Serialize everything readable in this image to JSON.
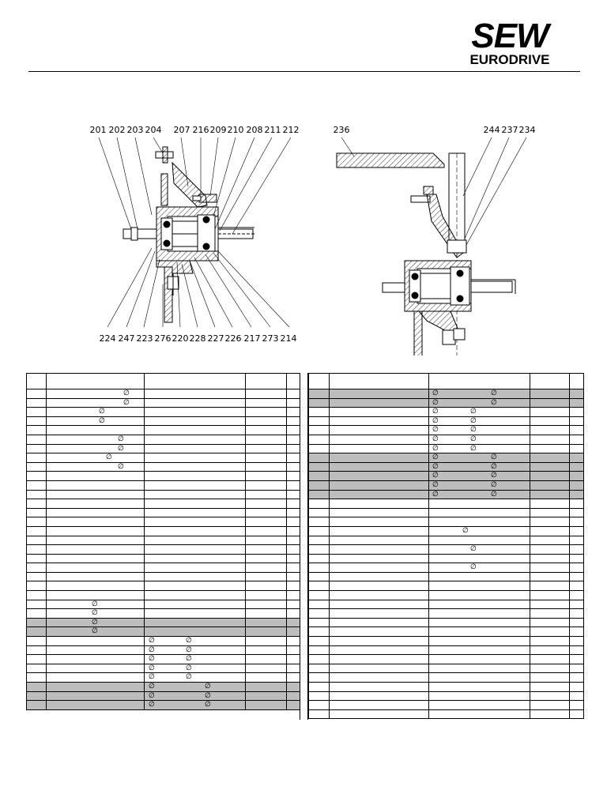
{
  "brand": {
    "line1": "SEW",
    "line2": "EURODRIVE"
  },
  "drawing_left": {
    "top_labels": [
      "201",
      "202",
      "203",
      "204",
      "207",
      "216",
      "209",
      "210",
      "208",
      "211",
      "212"
    ],
    "bottom_labels": [
      "224",
      "247",
      "223",
      "276",
      "220",
      "228",
      "227",
      "226",
      "217",
      "273",
      "214"
    ]
  },
  "drawing_right": {
    "top_labels": [
      "236",
      "244",
      "237",
      "234"
    ]
  },
  "symbols": {
    "diameter": "∅"
  },
  "table_left": {
    "rows": [
      {
        "shade": false,
        "dia": [
          {
            "col": 1,
            "x": 97
          }
        ]
      },
      {
        "shade": false,
        "dia": [
          {
            "col": 1,
            "x": 97
          }
        ]
      },
      {
        "shade": false,
        "dia": [
          {
            "col": 1,
            "x": 66
          }
        ]
      },
      {
        "shade": false,
        "dia": [
          {
            "col": 1,
            "x": 66
          }
        ]
      },
      {
        "shade": false,
        "dia": []
      },
      {
        "shade": false,
        "dia": [
          {
            "col": 1,
            "x": 90
          }
        ]
      },
      {
        "shade": false,
        "dia": [
          {
            "col": 1,
            "x": 90
          }
        ]
      },
      {
        "shade": false,
        "dia": [
          {
            "col": 1,
            "x": 75
          }
        ]
      },
      {
        "shade": false,
        "dia": [
          {
            "col": 1,
            "x": 90
          }
        ]
      },
      {
        "shade": false,
        "dia": []
      },
      {
        "shade": false,
        "dia": []
      },
      {
        "shade": false,
        "dia": []
      },
      {
        "shade": false,
        "dia": []
      },
      {
        "shade": false,
        "dia": []
      },
      {
        "shade": false,
        "dia": []
      },
      {
        "shade": false,
        "dia": []
      },
      {
        "shade": false,
        "dia": []
      },
      {
        "shade": false,
        "dia": []
      },
      {
        "shade": false,
        "dia": []
      },
      {
        "shade": false,
        "dia": []
      },
      {
        "shade": false,
        "dia": []
      },
      {
        "shade": false,
        "dia": []
      },
      {
        "shade": false,
        "dia": []
      },
      {
        "shade": false,
        "dia": [
          {
            "col": 1,
            "x": 57
          }
        ]
      },
      {
        "shade": false,
        "dia": [
          {
            "col": 1,
            "x": 57
          }
        ]
      },
      {
        "shade": true,
        "dia": [
          {
            "col": 1,
            "x": 57
          }
        ]
      },
      {
        "shade": true,
        "dia": [
          {
            "col": 1,
            "x": 57
          }
        ]
      },
      {
        "shade": false,
        "dia": [
          {
            "col": 2,
            "x": 5
          },
          {
            "col": 2,
            "x": 52
          }
        ]
      },
      {
        "shade": false,
        "dia": [
          {
            "col": 2,
            "x": 5
          },
          {
            "col": 2,
            "x": 52
          }
        ]
      },
      {
        "shade": false,
        "dia": [
          {
            "col": 2,
            "x": 5
          },
          {
            "col": 2,
            "x": 52
          }
        ]
      },
      {
        "shade": false,
        "dia": [
          {
            "col": 2,
            "x": 5
          },
          {
            "col": 2,
            "x": 52
          }
        ]
      },
      {
        "shade": false,
        "dia": [
          {
            "col": 2,
            "x": 5
          },
          {
            "col": 2,
            "x": 52
          }
        ]
      },
      {
        "shade": true,
        "dia": [
          {
            "col": 2,
            "x": 5
          },
          {
            "col": 2,
            "x": 76
          }
        ]
      },
      {
        "shade": true,
        "dia": [
          {
            "col": 2,
            "x": 5
          },
          {
            "col": 2,
            "x": 76
          }
        ]
      },
      {
        "shade": true,
        "dia": [
          {
            "col": 2,
            "x": 5
          },
          {
            "col": 2,
            "x": 76
          }
        ]
      }
    ]
  },
  "table_right": {
    "rows": [
      {
        "shade": true,
        "dia": [
          {
            "col": 2,
            "x": 4
          },
          {
            "col": 2,
            "x": 78
          }
        ]
      },
      {
        "shade": true,
        "dia": [
          {
            "col": 2,
            "x": 4
          },
          {
            "col": 2,
            "x": 78
          }
        ]
      },
      {
        "shade": false,
        "dia": [
          {
            "col": 2,
            "x": 4
          },
          {
            "col": 2,
            "x": 52
          }
        ]
      },
      {
        "shade": false,
        "dia": [
          {
            "col": 2,
            "x": 4
          },
          {
            "col": 2,
            "x": 52
          }
        ]
      },
      {
        "shade": false,
        "dia": [
          {
            "col": 2,
            "x": 4
          },
          {
            "col": 2,
            "x": 52
          }
        ]
      },
      {
        "shade": false,
        "dia": [
          {
            "col": 2,
            "x": 4
          },
          {
            "col": 2,
            "x": 52
          }
        ]
      },
      {
        "shade": false,
        "dia": [
          {
            "col": 2,
            "x": 4
          },
          {
            "col": 2,
            "x": 52
          }
        ]
      },
      {
        "shade": true,
        "dia": [
          {
            "col": 2,
            "x": 4
          },
          {
            "col": 2,
            "x": 78
          }
        ]
      },
      {
        "shade": true,
        "dia": [
          {
            "col": 2,
            "x": 4
          },
          {
            "col": 2,
            "x": 78
          }
        ]
      },
      {
        "shade": true,
        "dia": [
          {
            "col": 2,
            "x": 4
          },
          {
            "col": 2,
            "x": 78
          }
        ]
      },
      {
        "shade": true,
        "dia": [
          {
            "col": 2,
            "x": 4
          },
          {
            "col": 2,
            "x": 78
          }
        ]
      },
      {
        "shade": true,
        "dia": [
          {
            "col": 2,
            "x": 4
          },
          {
            "col": 2,
            "x": 78
          }
        ]
      },
      {
        "shade": false,
        "dia": []
      },
      {
        "shade": false,
        "dia": []
      },
      {
        "shade": false,
        "dia": []
      },
      {
        "shade": false,
        "dia": [
          {
            "col": 2,
            "x": 42
          }
        ]
      },
      {
        "shade": false,
        "dia": []
      },
      {
        "shade": false,
        "dia": [
          {
            "col": 2,
            "x": 52
          }
        ]
      },
      {
        "shade": false,
        "dia": []
      },
      {
        "shade": false,
        "dia": [
          {
            "col": 2,
            "x": 52
          }
        ]
      },
      {
        "shade": false,
        "dia": []
      },
      {
        "shade": false,
        "dia": []
      },
      {
        "shade": false,
        "dia": []
      },
      {
        "shade": false,
        "dia": []
      },
      {
        "shade": false,
        "dia": []
      },
      {
        "shade": false,
        "dia": []
      },
      {
        "shade": false,
        "dia": []
      },
      {
        "shade": false,
        "dia": []
      },
      {
        "shade": false,
        "dia": []
      },
      {
        "shade": false,
        "dia": []
      },
      {
        "shade": false,
        "dia": []
      },
      {
        "shade": false,
        "dia": []
      },
      {
        "shade": false,
        "dia": []
      },
      {
        "shade": false,
        "dia": []
      },
      {
        "shade": false,
        "dia": []
      },
      {
        "shade": false,
        "dia": []
      }
    ]
  }
}
